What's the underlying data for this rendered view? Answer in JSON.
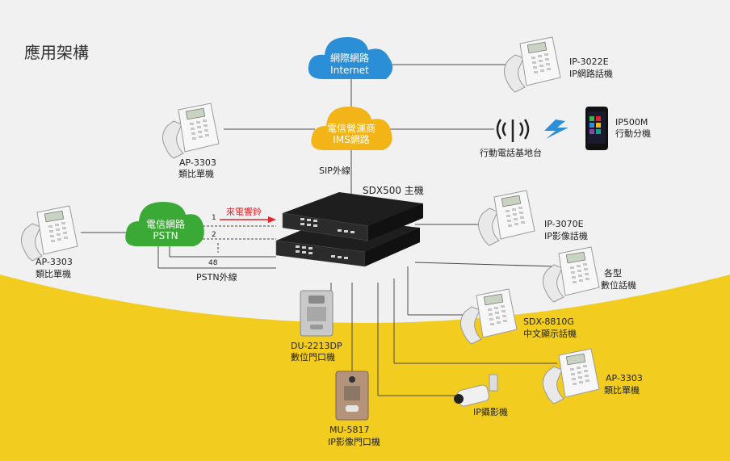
{
  "title": "應用架構",
  "colors": {
    "background": "#f1f1f1",
    "yellow_band": "#f2cd1f",
    "internet_cloud": "#2a8fd6",
    "ims_cloud": "#f2b416",
    "pstn_cloud": "#3aa935",
    "incoming_arrow": "#e3242b",
    "lines": "#4a4a4a"
  },
  "clouds": {
    "internet": {
      "line1": "網際網路",
      "line2": "Internet"
    },
    "ims": {
      "line1": "電信營運商",
      "line2": "IMS網路"
    },
    "pstn": {
      "line1": "電信網路",
      "line2": "PSTN"
    }
  },
  "labels": {
    "sip_trunk": "SIP外線",
    "pstn_trunk": "PSTN外線",
    "host": "SDX500 主機",
    "incoming": "來電響鈴",
    "trunk_1": "1",
    "trunk_2": "2",
    "trunk_48": "48",
    "base_station": "行動電話基地台"
  },
  "devices": {
    "ip3022e": {
      "model": "IP-3022E",
      "desc": "IP網路話機"
    },
    "ap3303_top": {
      "model": "AP-3303",
      "desc": "類比單機"
    },
    "ap3303_left": {
      "model": "AP-3303",
      "desc": "類比單機"
    },
    "ip500m": {
      "model": "IP500M",
      "desc": "行動分機"
    },
    "ip3070e": {
      "model": "IP-3070E",
      "desc": "IP影像話機"
    },
    "digital": {
      "model": "各型",
      "desc": "數位話機"
    },
    "sdx8810g": {
      "model": "SDX-8810G",
      "desc": "中文顯示話機"
    },
    "ap3303_right": {
      "model": "AP-3303",
      "desc": "類比單機"
    },
    "du2213dp": {
      "model": "DU-2213DP",
      "desc": "數位門口機"
    },
    "mu5817": {
      "model": "MU-5817",
      "desc": "IP影像門口機"
    },
    "ipcam": {
      "model": "IP攝影機",
      "desc": ""
    }
  }
}
